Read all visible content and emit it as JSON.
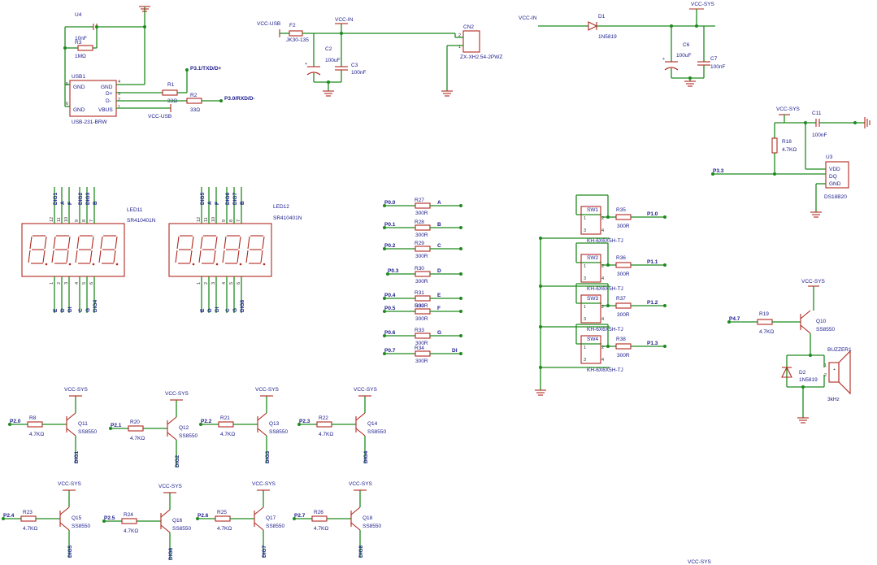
{
  "usb": {
    "u4": "U4",
    "c4v": "10nF",
    "r3": "R3",
    "r3v": "1MΩ",
    "usb1": "USB1",
    "gnd1": "GND",
    "gnd2": "GND",
    "gnd3": "GND",
    "dp": "D+",
    "dm": "D-",
    "vbus": "VBUS",
    "part": "USB-231-BRW",
    "r1": "R1",
    "r1v": "33Ω",
    "r2": "R2",
    "r2v": "33Ω",
    "net_txd": "P3.1/TXD/D+",
    "net_rxd": "P3.0/RXD/D-",
    "vcc_usb": "VCC-USB",
    "p4": "4",
    "p3": "3",
    "p2": "2",
    "p1": "1",
    "p5": "5",
    "p6": "6"
  },
  "power": {
    "vcc_usb": "VCC-USB",
    "f2": "F2",
    "f2v": "JK30-135",
    "vcc_in": "VCC-IN",
    "c2": "C2",
    "c2v": "100uF",
    "c3": "C3",
    "c3v": "100nF",
    "cn2": "CN2",
    "cn2v": "ZX-XH2.54-2PWZ",
    "vcc_in2": "VCC-IN",
    "d1": "D1",
    "d1v": "1N5819",
    "vcc_sys": "VCC-SYS",
    "c6": "C6",
    "c6v": "100uF",
    "c7": "C7",
    "c7v": "100nF"
  },
  "sensor": {
    "vcc_sys": "VCC-SYS",
    "c11": "C11",
    "c11v": "100nF",
    "r18": "R18",
    "r18v": "4.7KΩ",
    "u3": "U3",
    "vdd": "VDD",
    "dq": "DQ",
    "gnd": "GND",
    "part": "DS18B20",
    "net": "P3.3"
  },
  "led11": {
    "name": "LED11",
    "part": "SR410401N",
    "top": [
      "DIG1",
      "A",
      "F",
      "DIG2",
      "DIG3",
      "B"
    ],
    "bot": [
      "E",
      "D",
      "DI",
      "C",
      "G",
      "DIG4"
    ],
    "topnum": [
      "12",
      "11",
      "10",
      "9",
      "8",
      "7"
    ],
    "botnum": [
      "1",
      "2",
      "3",
      "4",
      "5",
      "6"
    ]
  },
  "led12": {
    "name": "LED12",
    "part": "SR410401N",
    "top": [
      "DIG5",
      "A",
      "F",
      "DIG6",
      "DIG7",
      "B"
    ],
    "bot": [
      "E",
      "D",
      "DI",
      "C",
      "G",
      "DIG8"
    ],
    "topnum": [
      "12",
      "11",
      "10",
      "9",
      "8",
      "7"
    ],
    "botnum": [
      "1",
      "2",
      "3",
      "4",
      "5",
      "6"
    ]
  },
  "res_array": [
    {
      "net": "P0.0",
      "ref": "R27",
      "val": "300R",
      "seg": "A"
    },
    {
      "net": "P0.1",
      "ref": "R28",
      "val": "300R",
      "seg": "B"
    },
    {
      "net": "P0.2",
      "ref": "R29",
      "val": "300R",
      "seg": "C"
    },
    {
      "net": "P0.3",
      "ref": "R30",
      "val": "300R",
      "seg": "D"
    },
    {
      "net": "P0.4",
      "ref": "R31",
      "val": "300R",
      "seg": "E"
    },
    {
      "net": "P0.5",
      "ref": "R32",
      "val": "300R",
      "seg": "F"
    },
    {
      "net": "P0.6",
      "ref": "R33",
      "val": "300R",
      "seg": "G"
    },
    {
      "net": "P0.7",
      "ref": "R34",
      "val": "300R",
      "seg": "DI"
    }
  ],
  "switches": [
    {
      "sw": "SW1",
      "r": "R35",
      "rv": "300R",
      "net": "P1.0",
      "part": "KH-6X6X5H-TJ"
    },
    {
      "sw": "SW2",
      "r": "R36",
      "rv": "300R",
      "net": "P1.1",
      "part": "KH-6X6X5H-TJ"
    },
    {
      "sw": "SW3",
      "r": "R37",
      "rv": "300R",
      "net": "P1.2",
      "part": "KH-6X6X5H-TJ"
    },
    {
      "sw": "SW4",
      "r": "R38",
      "rv": "300R",
      "net": "P1.3",
      "part": "KH-6X6X5H-TJ"
    }
  ],
  "buzzer": {
    "vcc": "VCC-SYS",
    "net": "P4.7",
    "r19": "R19",
    "r19v": "4.7KΩ",
    "q10": "Q10",
    "q10v": "SS8550",
    "name": "BUZZER1",
    "freq": "3kHz",
    "d2": "D2",
    "d2v": "1N5819"
  },
  "transistors": [
    {
      "vcc": "VCC-SYS",
      "net": "P2.0",
      "r": "R8",
      "rv": "4.7KΩ",
      "q": "Q11",
      "qv": "SS8550",
      "dig": "DIG1"
    },
    {
      "vcc": "VCC-SYS",
      "net": "P2.1",
      "r": "R20",
      "rv": "4.7KΩ",
      "q": "Q12",
      "qv": "SS8550",
      "dig": "DIG2"
    },
    {
      "vcc": "VCC-SYS",
      "net": "P2.2",
      "r": "R21",
      "rv": "4.7KΩ",
      "q": "Q13",
      "qv": "SS8550",
      "dig": "DIG3"
    },
    {
      "vcc": "VCC-SYS",
      "net": "P2.3",
      "r": "R22",
      "rv": "4.7KΩ",
      "q": "Q14",
      "qv": "SS8550",
      "dig": "DIG4"
    },
    {
      "vcc": "VCC-SYS",
      "net": "P2.4",
      "r": "R23",
      "rv": "4.7KΩ",
      "q": "Q15",
      "qv": "SS8550",
      "dig": "DIG5"
    },
    {
      "vcc": "VCC-SYS",
      "net": "P2.5",
      "r": "R24",
      "rv": "4.7KΩ",
      "q": "Q16",
      "qv": "SS8550",
      "dig": "DIG6"
    },
    {
      "vcc": "VCC-SYS",
      "net": "P2.6",
      "r": "R25",
      "rv": "4.7KΩ",
      "q": "Q17",
      "qv": "SS8550",
      "dig": "DIG7"
    },
    {
      "vcc": "VCC-SYS",
      "net": "P2.7",
      "r": "R26",
      "rv": "4.7KΩ",
      "q": "Q18",
      "qv": "SS8550",
      "dig": "DIG8"
    }
  ],
  "footer": {
    "vcc_sys": "VCC-SYS"
  }
}
